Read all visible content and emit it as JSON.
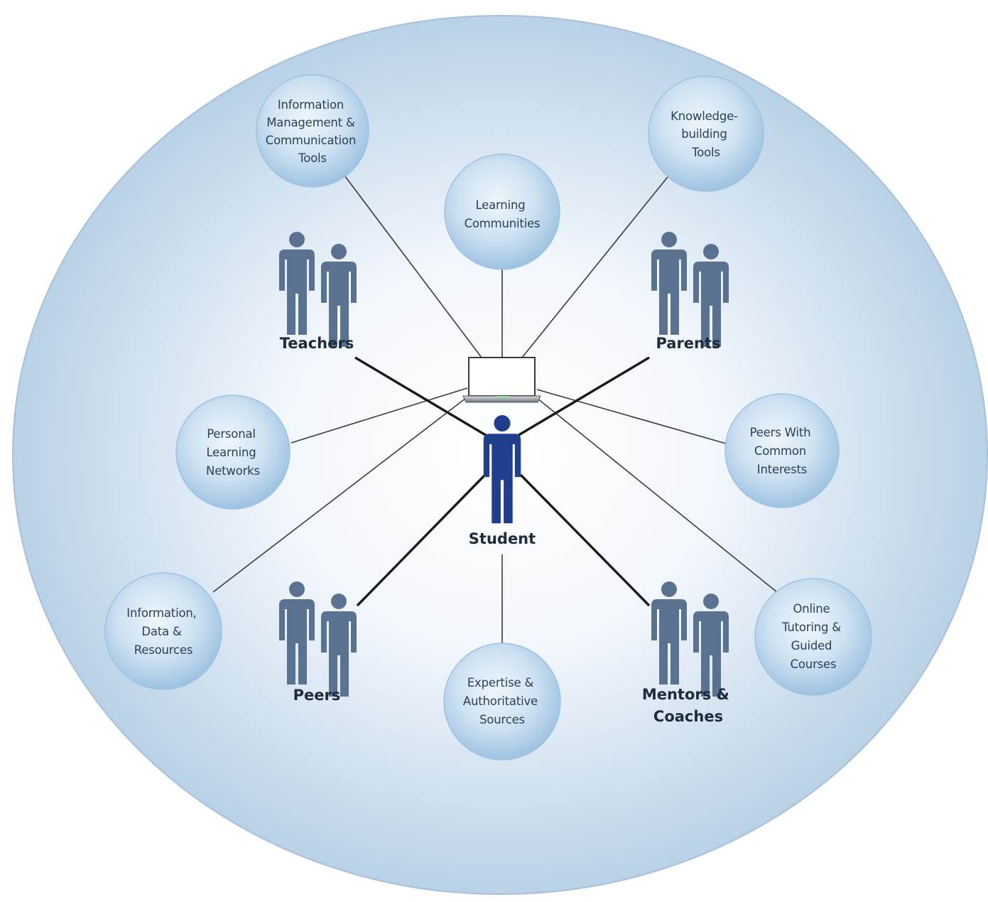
{
  "diagram": {
    "center": {
      "label": "Student",
      "icon": "person-icon",
      "color": "#1f3f8c"
    },
    "device": {
      "icon": "laptop-icon"
    },
    "resource_nodes": [
      {
        "id": "info-mgmt",
        "lines": [
          "Information",
          "Management &",
          "Communication",
          "Tools"
        ]
      },
      {
        "id": "learning-communities",
        "lines": [
          "Learning",
          "Communities"
        ]
      },
      {
        "id": "knowledge-building",
        "lines": [
          "Knowledge-",
          "building",
          "Tools"
        ]
      },
      {
        "id": "personal-learning-networks",
        "lines": [
          "Personal",
          "Learning",
          "Networks"
        ]
      },
      {
        "id": "peers-common-interests",
        "lines": [
          "Peers With",
          "Common",
          "Interests"
        ]
      },
      {
        "id": "information-data",
        "lines": [
          "Information,",
          "Data &",
          "Resources"
        ]
      },
      {
        "id": "expertise",
        "lines": [
          "Expertise &",
          "Authoritative",
          "Sources"
        ]
      },
      {
        "id": "online-tutoring",
        "lines": [
          "Online",
          "Tutoring &",
          "Guided",
          "Courses"
        ]
      }
    ],
    "people_groups": [
      {
        "id": "teachers",
        "lines": [
          "Teachers"
        ]
      },
      {
        "id": "parents",
        "lines": [
          "Parents"
        ]
      },
      {
        "id": "peers",
        "lines": [
          "Peers"
        ]
      },
      {
        "id": "mentors",
        "lines": [
          "Mentors &",
          "Coaches"
        ]
      }
    ],
    "colors": {
      "background_edge": "#b9d1e6",
      "background_center": "#ffffff",
      "node_edge": "#a9c9e6",
      "node_center": "#e9f3fb",
      "people": "#5a7290",
      "student": "#1f3f8c"
    }
  }
}
